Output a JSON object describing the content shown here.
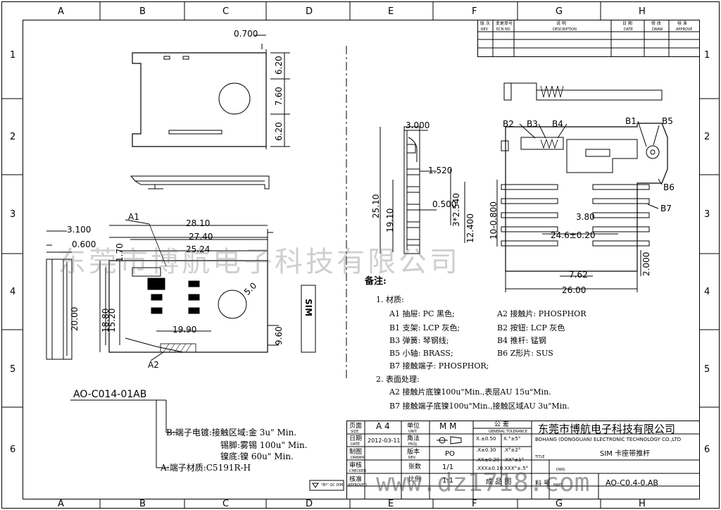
{
  "border": {
    "columns": [
      "A",
      "B",
      "C",
      "D",
      "E",
      "F",
      "G",
      "H"
    ],
    "rows": [
      "1",
      "2",
      "3",
      "4",
      "5",
      "6"
    ]
  },
  "dims": {
    "d0700": "0.700",
    "d620a": "6.20",
    "d760": "7.60",
    "d620b": "6.20",
    "d3100": "3.100",
    "d0600": "0.600",
    "d170": "1.70",
    "d2810": "28.10",
    "d2740": "27.40",
    "d2524": "25.24",
    "d50": "5.0",
    "d2000": "20.00",
    "d1880": "18.80",
    "d1520": "15.20",
    "d1990": "19.90",
    "d960": "9.60",
    "d3000": "3.000",
    "d1520b": "1.520",
    "d2510": "25.10",
    "d1910": "19.10",
    "d0500": "0.500",
    "d2540": "3*2.540",
    "d12400": "12.400",
    "d10800": "10-0.800",
    "d380": "3.80",
    "d246": "24.6±0.20",
    "d762": "7.62",
    "d2600": "26.00",
    "d2000b": "2.000"
  },
  "labels": {
    "a1": "A1",
    "a2": "A2",
    "b1": "B1",
    "b2": "B2",
    "b3": "B3",
    "b4": "B4",
    "b5": "B5",
    "b6": "B6",
    "b7": "B7",
    "sim": "SIM",
    "part_no": "AO-C014-01AB",
    "plating_b": "B:端子电镀:接触区域:金 3u\" Min.",
    "plating_tin": "锡脚:雾锡 100u\" Min.",
    "plating_ni": "镍底:镍 60u\" Min.",
    "material_a": "A:端子材质:C5191R-H"
  },
  "notes": {
    "title": "备注:",
    "m_title": "1. 材质:",
    "a1": "A1 抽屉: PC  黑色;",
    "a2": "A2 接触片: PHOSPHOR",
    "b1": "B1 支架: LCP  灰色;",
    "b2": "B2 按钮: LCP  灰色",
    "b3": "B3 弹簧: 琴钢线;",
    "b4": "B4 推杆: 锰钢",
    "b5": "B5 小轴: BRASS;",
    "b6": "B6 Z形片: SUS",
    "b7": "B7 接触端子: PHOSPHOR;",
    "s_title": "2. 表面处理:",
    "s_a2": "A2 接触片底镍100u\"Min.,表层AU 15u\"Min.",
    "s_b7": "B7 接触端子底镍100u\"Min.,接触区域AU 3u\"Min."
  },
  "revision": {
    "headers": [
      "版 次",
      "变更单号",
      "说 明",
      "日 期",
      "修 改",
      "核 准"
    ],
    "subheaders": [
      "REV",
      "ECN NO",
      "DESCRIPTION",
      "DATE",
      "DRAW",
      "APPROVE"
    ]
  },
  "titleblock": {
    "page_lbl": "页面",
    "page_sub": "SIZE",
    "page_val": "A 4",
    "unit_lbl": "单位",
    "unit_sub": "UNIT",
    "unit_val": "M M",
    "tol_lbl": "公 差",
    "tol_sub": "GENERAL TOLERANCE",
    "date_lbl": "日期",
    "date_sub": "DATE",
    "date_val": "2012-03-11",
    "proj_lbl": "角法",
    "proj_sub": "PROJ.",
    "drawn_lbl": "制图",
    "drawn_sub": "DRAWN",
    "rev_lbl": "版本",
    "rev_sub": "REV.",
    "rev_val": "PO",
    "checked_lbl": "审核",
    "checked_sub": "CHECKED",
    "sheet_lbl": "张数",
    "sheet_val": "1/1",
    "approved_lbl": "核准",
    "approved_sub": "APPROVED",
    "scale_lbl": "比例",
    "scale_val": "1:1",
    "tol1": "X.±0.50",
    "tol2": "X.°±5°",
    "tol3": ".X±0.30",
    "tol4": ".X°±2°",
    "tol5": ".XX±0.20",
    "tol6": ".XX°±1°",
    "tol7": ".XXX±0.10",
    "tol8": ".XXX°±.5°",
    "company_cn": "东莞市博航电子科技有限公司",
    "company_en": "BOHANG (DONGGUAN) ELECTRONIC TECHNOLOGY CO.,LTD",
    "title_val": "SIM 卡座带推杆",
    "title_sub": "TITLE",
    "drawing_no_lbl": "成 品 图",
    "part_lbl": "料 号",
    "part_sub": "PART",
    "part_val": "AO-C0.4-0.AB",
    "dwg_sub": "DWG",
    "qc_note": "\"BY\" QC DIM."
  },
  "watermark": {
    "company": "东莞市博航电子科技有限公司",
    "url": "www.dz1718.com"
  }
}
